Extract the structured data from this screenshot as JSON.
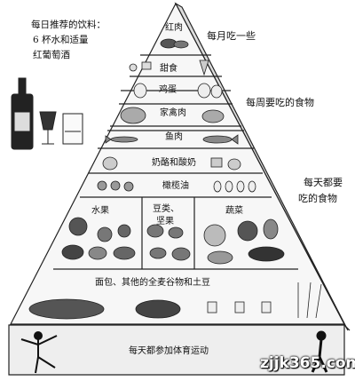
{
  "recommendation": {
    "title": "每日推荐的饮料：",
    "line1": "6 杯水和适量",
    "line2": "红葡萄酒"
  },
  "pyramid": {
    "tiers": [
      {
        "label": "红肉"
      },
      {
        "label": "甜食"
      },
      {
        "label": "鸡蛋"
      },
      {
        "label": "家禽肉"
      },
      {
        "label": "鱼肉"
      },
      {
        "label": "奶酪和酸奶"
      },
      {
        "label": "橄榄油"
      },
      {
        "label": "水果"
      },
      {
        "label": "豆类、",
        "label2": "坚果"
      },
      {
        "label": "蔬菜"
      },
      {
        "label": "面包、其他的全麦谷物和土豆"
      },
      {
        "label": "每天都参加体育运动"
      }
    ]
  },
  "side_labels": {
    "monthly": "每月吃一些",
    "weekly": "每周要吃的食物",
    "daily_line1": "每天都要",
    "daily_line2": "吃的食物"
  },
  "watermark": "zjjk365.com",
  "colors": {
    "line": "#222222",
    "fill": "#f4f4f4",
    "base": "#eeeeee"
  }
}
